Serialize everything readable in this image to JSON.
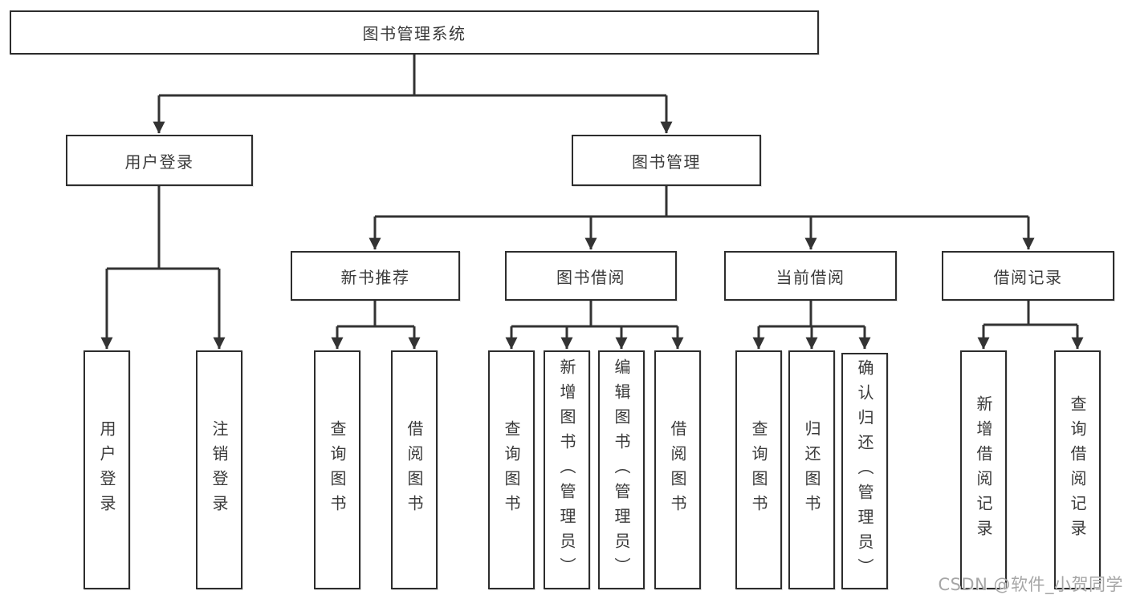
{
  "diagram": {
    "title": "图书管理系统",
    "watermark": "CSDN @软件_小贺同学",
    "colors": {
      "line": "#333333",
      "box_border": "#2d2d2d",
      "box_fill": "#ffffff",
      "text": "#3a3a3a",
      "watermark": "#a6a6a6"
    },
    "nodes": {
      "root": {
        "label": "图书管理系统"
      },
      "user_login": {
        "label": "用户登录"
      },
      "book_mgmt": {
        "label": "图书管理"
      },
      "new_book_rec": {
        "label": "新书推荐"
      },
      "book_borrow": {
        "label": "图书借阅"
      },
      "current_borrow": {
        "label": "当前借阅"
      },
      "borrow_record": {
        "label": "借阅记录"
      },
      "leaf_user_login": {
        "label": "用户登录"
      },
      "leaf_logout": {
        "label": "注销登录"
      },
      "nbr_query_books": {
        "label": "查询图书"
      },
      "nbr_borrow_books": {
        "label": "借阅图书"
      },
      "bb_query_books": {
        "label": "查询图书"
      },
      "bb_add_books": {
        "label": "新增图书（管理员）"
      },
      "bb_edit_books": {
        "label": "编辑图书（管理员）"
      },
      "bb_borrow_books": {
        "label": "借阅图书"
      },
      "cb_query_books": {
        "label": "查询图书"
      },
      "cb_return_books": {
        "label": "归还图书"
      },
      "cb_confirm_return": {
        "label": "确认归还（管理员）"
      },
      "br_add_record": {
        "label": "新增借阅记录"
      },
      "br_query_record": {
        "label": "查询借阅记录"
      }
    }
  }
}
